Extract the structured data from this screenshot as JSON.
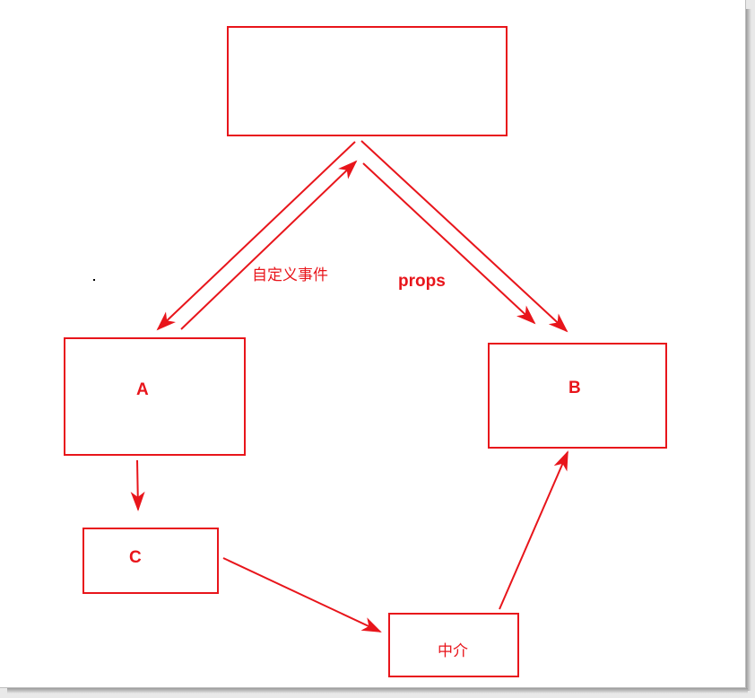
{
  "diagram": {
    "accent_color": "#e8151b",
    "nodes": {
      "parent": {
        "label": ""
      },
      "a": {
        "label": "A"
      },
      "b": {
        "label": "B"
      },
      "c": {
        "label": "C"
      },
      "mediator": {
        "label": "中介"
      }
    },
    "edge_labels": {
      "custom_event": "自定义事件",
      "props": "props"
    }
  }
}
